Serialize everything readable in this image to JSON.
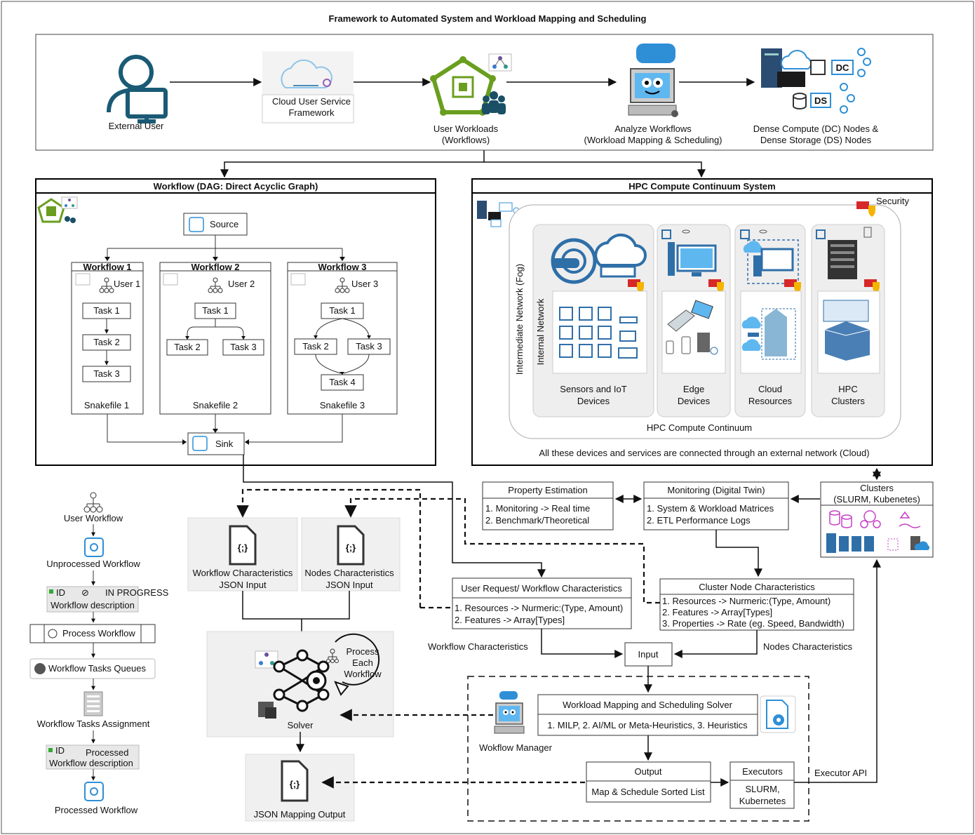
{
  "title": "Framework to Automated System and Workload Mapping and Scheduling",
  "top": {
    "external_user": "External User",
    "cloud_service": [
      "Cloud User Service",
      "Framework"
    ],
    "user_workloads": [
      "User Workloads",
      "(Workflows)"
    ],
    "analyze": [
      "Analyze Workflows",
      "(Workload Mapping & Scheduling)"
    ],
    "dense": [
      "Dense Compute (DC) Nodes &",
      "Dense Storage (DS) Nodes"
    ],
    "dc_tag": "DC",
    "ds_tag": "DS"
  },
  "workflow_panel": {
    "title": "Workflow (DAG: Direct Acyclic Graph)",
    "source": "Source",
    "sink": "Sink",
    "workflows": [
      {
        "title": "Workflow 1",
        "user": "User 1",
        "tasks": [
          "Task 1",
          "Task 2",
          "Task 3"
        ],
        "snakefile": "Snakefile 1"
      },
      {
        "title": "Workflow 2",
        "user": "User 2",
        "tasks": [
          "Task 1",
          "Task 2",
          "Task 3"
        ],
        "snakefile": "Snakefile 2"
      },
      {
        "title": "Workflow 3",
        "user": "User 3",
        "tasks": [
          "Task 1",
          "Task 2",
          "Task 3",
          "Task 4"
        ],
        "snakefile": "Snakefile 3"
      }
    ]
  },
  "hpc_panel": {
    "title": "HPC Compute Continuum System",
    "security": "Security",
    "intermediate_network": "Intermediate Network (Fog)",
    "internal_network": "Internal Network",
    "columns": [
      [
        "Sensors and IoT",
        "Devices"
      ],
      [
        "Edge",
        "Devices"
      ],
      [
        "Cloud",
        "Resources"
      ],
      [
        "HPC",
        "Clusters"
      ]
    ],
    "continuum_label": "HPC Compute Continuum",
    "footer": "All these devices and services are connected through an external network (Cloud)"
  },
  "pipeline": {
    "items": [
      "User Workflow",
      "Unprocessed Workflow",
      "Workflow description",
      "Process Workflow",
      "Workflow Tasks Queues",
      "Workflow Tasks Assignment",
      "Processed",
      "Workflow description",
      "Processed Workflow"
    ],
    "id_label": "ID",
    "in_progress": "IN PROGRESS"
  },
  "json_inputs": {
    "workflow": [
      "Workflow Characteristics",
      "JSON Input"
    ],
    "nodes": [
      "Nodes Characteristics",
      "JSON Input"
    ],
    "brace_glyph": "{;}"
  },
  "solver": {
    "label": "Solver",
    "process_each": [
      "Process",
      "Each",
      "Workflow"
    ]
  },
  "json_output": "JSON Mapping Output",
  "property_estimation": {
    "title": "Property Estimation",
    "lines": [
      "1. Monitoring -> Real time",
      "2. Benchmark/Theoretical"
    ]
  },
  "monitoring": {
    "title": "Monitoring (Digital Twin)",
    "lines": [
      "1. System & Workload Matrices",
      "2. ETL Performance Logs"
    ]
  },
  "clusters": {
    "title": [
      "Clusters",
      "(SLURM, Kubenetes)"
    ]
  },
  "user_request": {
    "title": "User Request/ Workflow Characteristics",
    "lines": [
      "1. Resources -> Nurmeric:(Type, Amount)",
      "2. Features -> Array[Types]"
    ]
  },
  "cluster_node": {
    "title": "Cluster Node Characteristics",
    "lines": [
      "1. Resources -> Nurmeric:(Type, Amount)",
      "2. Features -> Array[Types]",
      "3. Properties -> Rate (eg. Speed, Bandwidth)"
    ]
  },
  "labels": {
    "workflow_characteristics": "Workflow Characteristics",
    "nodes_characteristics": "Nodes Characteristics",
    "input": "Input",
    "workflow_manager": "Wokflow Manager",
    "executor_api": "Executor API"
  },
  "solver_box": {
    "title": "Workload Mapping and Scheduling Solver",
    "line": "1. MILP, 2. AI/ML or Meta-Heuristics, 3. Heuristics"
  },
  "output_box": {
    "title": "Output",
    "line": "Map & Schedule Sorted List"
  },
  "executors_box": {
    "title": "Executors",
    "lines": [
      "SLURM,",
      "Kubernetes"
    ]
  }
}
